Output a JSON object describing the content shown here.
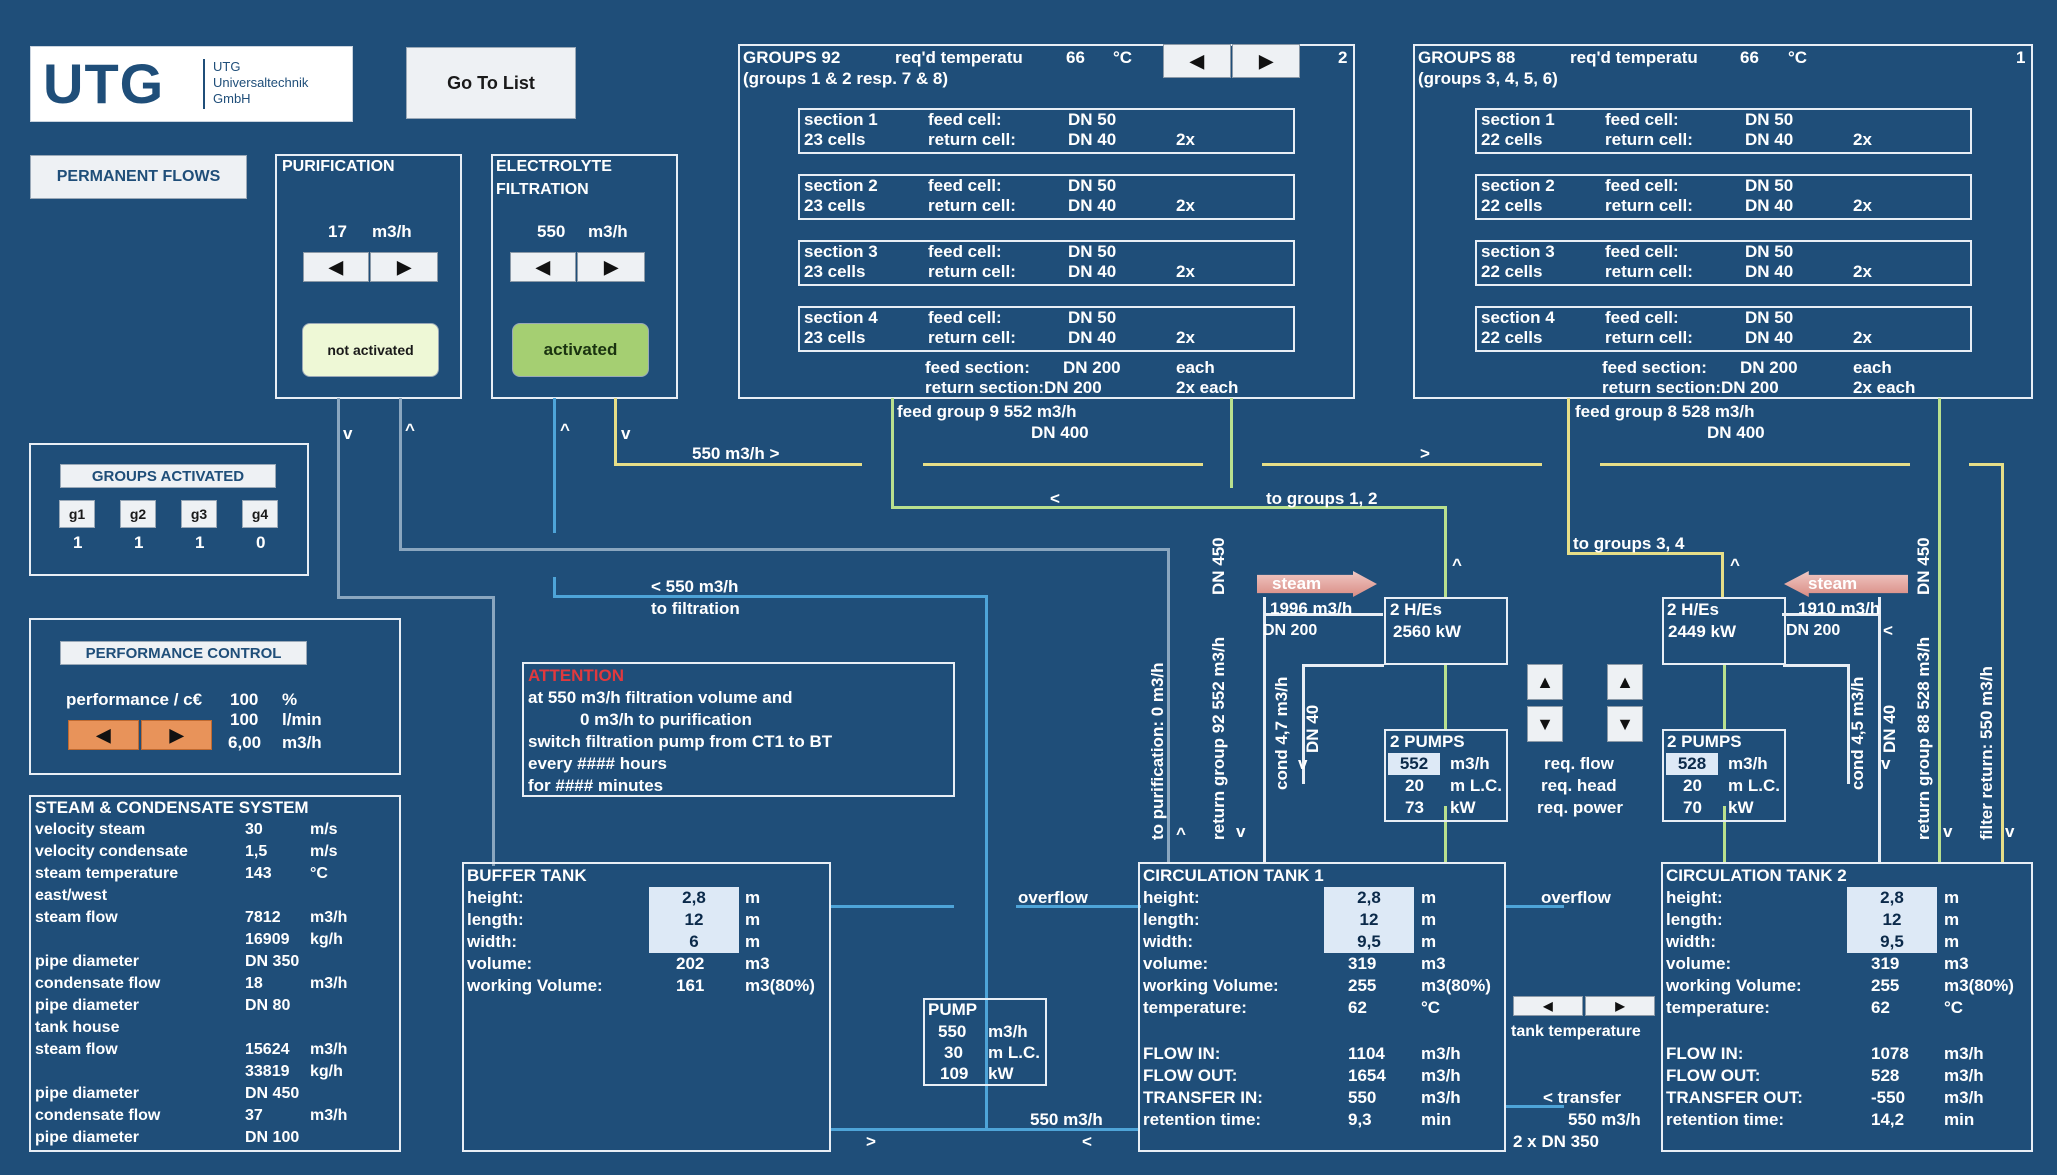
{
  "logo": {
    "big": "UTG",
    "line1": "UTG",
    "line2": "Universaltechnik",
    "line3": "GmbH"
  },
  "go_to_list": "Go To List",
  "permanent_flows": "PERMANENT FLOWS",
  "purification": {
    "title": "PURIFICATION",
    "value": "17",
    "unit": "m3/h",
    "status": "not activated"
  },
  "electrolyte": {
    "title1": "ELECTROLYTE",
    "title2": "FILTRATION",
    "value": "550",
    "unit": "m3/h",
    "status": "activated"
  },
  "groups_activated": {
    "title": "GROUPS ACTIVATED",
    "items": [
      {
        "label": "g1",
        "value": "1"
      },
      {
        "label": "g2",
        "value": "1"
      },
      {
        "label": "g3",
        "value": "1"
      },
      {
        "label": "g4",
        "value": "0"
      }
    ]
  },
  "performance": {
    "title": "PERFORMANCE CONTROL",
    "label": "performance / c€",
    "v1": "100",
    "u1": "%",
    "v2": "100",
    "u2": "l/min",
    "v3": "6,00",
    "u3": "m3/h"
  },
  "steam": {
    "title": "STEAM & CONDENSATE SYSTEM",
    "rows": [
      {
        "k": "velocity steam",
        "v": "30",
        "u": "m/s"
      },
      {
        "k": "velocity condensate",
        "v": "1,5",
        "u": "m/s"
      },
      {
        "k": "steam temperature",
        "v": "143",
        "u": "°C"
      },
      {
        "k": "east/west",
        "v": "",
        "u": ""
      },
      {
        "k": "steam flow",
        "v": "7812",
        "u": "m3/h"
      },
      {
        "k": "",
        "v": "16909",
        "u": "kg/h"
      },
      {
        "k": "pipe diameter",
        "v": "DN 350",
        "u": ""
      },
      {
        "k": "condensate flow",
        "v": "18",
        "u": "m3/h"
      },
      {
        "k": "pipe diameter",
        "v": "DN 80",
        "u": ""
      },
      {
        "k": "tank house",
        "v": "",
        "u": ""
      },
      {
        "k": "steam flow",
        "v": "15624",
        "u": "m3/h"
      },
      {
        "k": "",
        "v": "33819",
        "u": "kg/h"
      },
      {
        "k": "pipe diameter",
        "v": "DN 450",
        "u": ""
      },
      {
        "k": "condensate flow",
        "v": "37",
        "u": "m3/h"
      },
      {
        "k": "pipe diameter",
        "v": "DN 100",
        "u": ""
      }
    ]
  },
  "groups92": {
    "title": "GROUPS 92",
    "sub": "(groups 1 & 2 resp. 7 & 8)",
    "req": "req'd temperatu",
    "temp": "66",
    "unit": "°C",
    "num": "2",
    "cells": "23 cells"
  },
  "groups88": {
    "title": "GROUPS 88",
    "sub": "(groups 3, 4, 5, 6)",
    "req": "req'd temperatu",
    "temp": "66",
    "unit": "°C",
    "num": "1",
    "cells": "22 cells"
  },
  "section_common": {
    "feed": "feed cell:",
    "return": "return cell:",
    "dn50": "DN 50",
    "dn40": "DN 40",
    "x2": "2x",
    "feed_section": "feed section:",
    "feed_section_val": "DN 200",
    "each": "each",
    "return_section": "return section:DN 200",
    "each2": "2x each"
  },
  "sections": [
    "section 1",
    "section 2",
    "section 3",
    "section 4"
  ],
  "flows": {
    "f550a": "550  m3/h  >",
    "feed9": "feed group 9  552  m3/h",
    "dn400a": "DN 400",
    "feed8": "feed group 8  528  m3/h",
    "dn400b": "DN 400",
    "arrow_r": ">",
    "arrow_l": "<",
    "to12": "to groups 1, 2",
    "to34": "to groups 3, 4",
    "f550b": "<   550  m3/h",
    "tofilt": "to filtration",
    "up": "^",
    "v": "v"
  },
  "attention": {
    "title": "ATTENTION",
    "l1": "at    550   m3/h filtration volume and",
    "l2": "0     m3/h to purification",
    "l3": "switch filtration pump from CT1 to BT",
    "l4": "every    #### hours",
    "l5": "for       #### minutes"
  },
  "he_left": {
    "steam": "steam",
    "flow": "1996  m3/h",
    "dn": "DN 200",
    "title": "2 H/Es",
    "kw": "2560  kW"
  },
  "he_right": {
    "steam": "steam",
    "flow": "1910  m3/h",
    "dn": "DN 200",
    "title": "2 H/Es",
    "kw": "2449  kW"
  },
  "pumps_left": {
    "title": "2 PUMPS",
    "flow": "552",
    "fu": "m3/h",
    "head": "20",
    "hu": "m L.C.",
    "kw": "73",
    "ku": "kW"
  },
  "pumps_right": {
    "title": "2 PUMPS",
    "flow": "528",
    "fu": "m3/h",
    "head": "20",
    "hu": "m L.C.",
    "kw": "70",
    "ku": "kW"
  },
  "req": {
    "flow": "req. flow",
    "head": "req. head",
    "power": "req. power"
  },
  "vertical": {
    "dn450a": "DN 450",
    "ret92": "return group 92 552  m3/h",
    "topur": "to purification:  0    m3/h",
    "cond47": "cond 4,7   m3/h",
    "dn40a": "DN 40",
    "dn450b": "DN 450",
    "ret88": "return group 88 528  m3/h",
    "filt": "filter return:   550  m3/h",
    "cond45": "cond 4,5   m3/h",
    "dn40b": "DN 40"
  },
  "buffer": {
    "title": "BUFFER TANK",
    "height": "height:",
    "hv": "2,8",
    "length": "length:",
    "lv": "12",
    "width": "width:",
    "wv": "6",
    "m": "m",
    "volume": "volume:",
    "vv": "202",
    "vu": "m3",
    "wvol": "working Volume:",
    "wvv": "161",
    "wvu": "m3(80%)"
  },
  "pump": {
    "title": "PUMP",
    "flow": "550",
    "fu": "m3/h",
    "head": "30",
    "hu": "m L.C.",
    "kw": "109",
    "ku": "kW"
  },
  "ct1": {
    "title": "CIRCULATION TANK 1",
    "height": "height:",
    "hv": "2,8",
    "length": "length:",
    "lv": "12",
    "width": "width:",
    "wv": "9,5",
    "m": "m",
    "volume": "volume:",
    "vv": "319",
    "vu": "m3",
    "wvol": "working Volume:",
    "wvv": "255",
    "wvu": "m3(80%)",
    "temp": "temperature:",
    "tv": "62",
    "tu": "°C",
    "fin": "FLOW IN:",
    "finv": "1104",
    "fout": "FLOW OUT:",
    "foutv": "1654",
    "tr": "TRANSFER IN:",
    "trv": "550",
    "ret": "retention time:",
    "retv": "9,3",
    "retu": "min",
    "mu": "m3/h"
  },
  "ct2": {
    "title": "CIRCULATION TANK 2",
    "height": "height:",
    "hv": "2,8",
    "length": "length:",
    "lv": "12",
    "width": "width:",
    "wv": "9,5",
    "m": "m",
    "volume": "volume:",
    "vv": "319",
    "vu": "m3",
    "wvol": "working Volume:",
    "wvv": "255",
    "wvu": "m3(80%)",
    "temp": "temperature:",
    "tv": "62",
    "tu": "°C",
    "fin": "FLOW IN:",
    "finv": "1078",
    "fout": "FLOW OUT:",
    "foutv": "528",
    "tr": "TRANSFER OUT:",
    "trv": "-550",
    "ret": "retention time:",
    "retv": "14,2",
    "retu": "min",
    "mu": "m3/h"
  },
  "misc": {
    "overflow1": "overflow",
    "overflow2": "overflow",
    "f550c": "550  m3/h",
    "tanktemp": "tank temperature",
    "transfer": "< transfer",
    "tr550": "550  m3/h",
    "dn350": "2 x DN  350",
    "gt": ">",
    "lt": "<"
  }
}
